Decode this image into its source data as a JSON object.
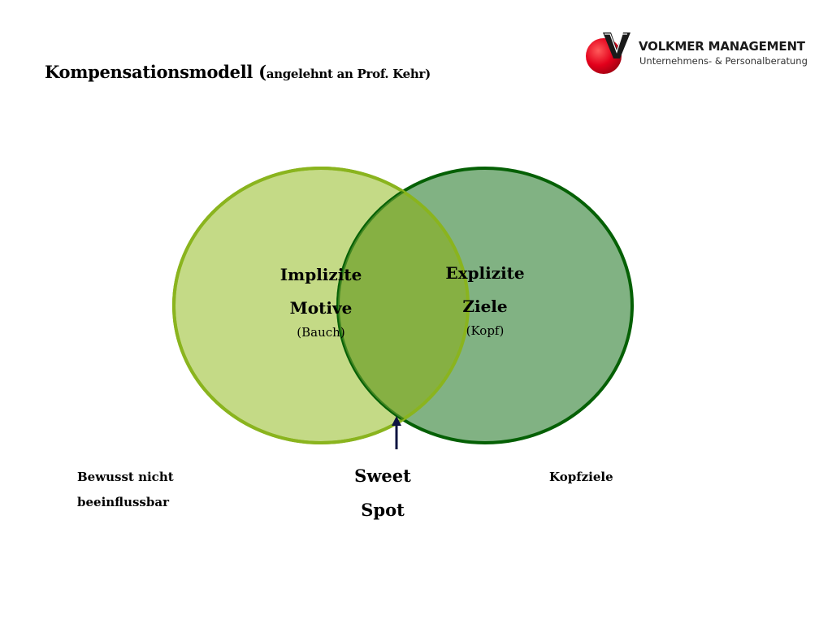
{
  "title": {
    "main": "Kompensationsmodell (",
    "sub": "angelehnt an Prof. Kehr)"
  },
  "logo": {
    "name": "VOLKMER MANAGEMENT",
    "tagline": "Unternehmens- & Personalberatung",
    "mark_letter": "V",
    "colors": {
      "red": "#e3001b",
      "dark": "#1a1a1a"
    }
  },
  "venn": {
    "left": {
      "line1": "Implizite",
      "line2": "Motive",
      "note": "(Bauch)",
      "fill": "#c4da86",
      "stroke": "#8ab41e"
    },
    "right": {
      "line1": "Explizite",
      "line2": "Ziele",
      "note": "(Kopf)",
      "fill": "#81b283",
      "stroke": "#056005"
    },
    "overlap_color": "#86b043"
  },
  "captions": {
    "left_line1": "Bewusst nicht",
    "left_line2": "beeinflussbar",
    "right": "Kopfziele",
    "sweet_line1": "Sweet",
    "sweet_line2": "Spot"
  },
  "arrow_color": "#0d1440"
}
